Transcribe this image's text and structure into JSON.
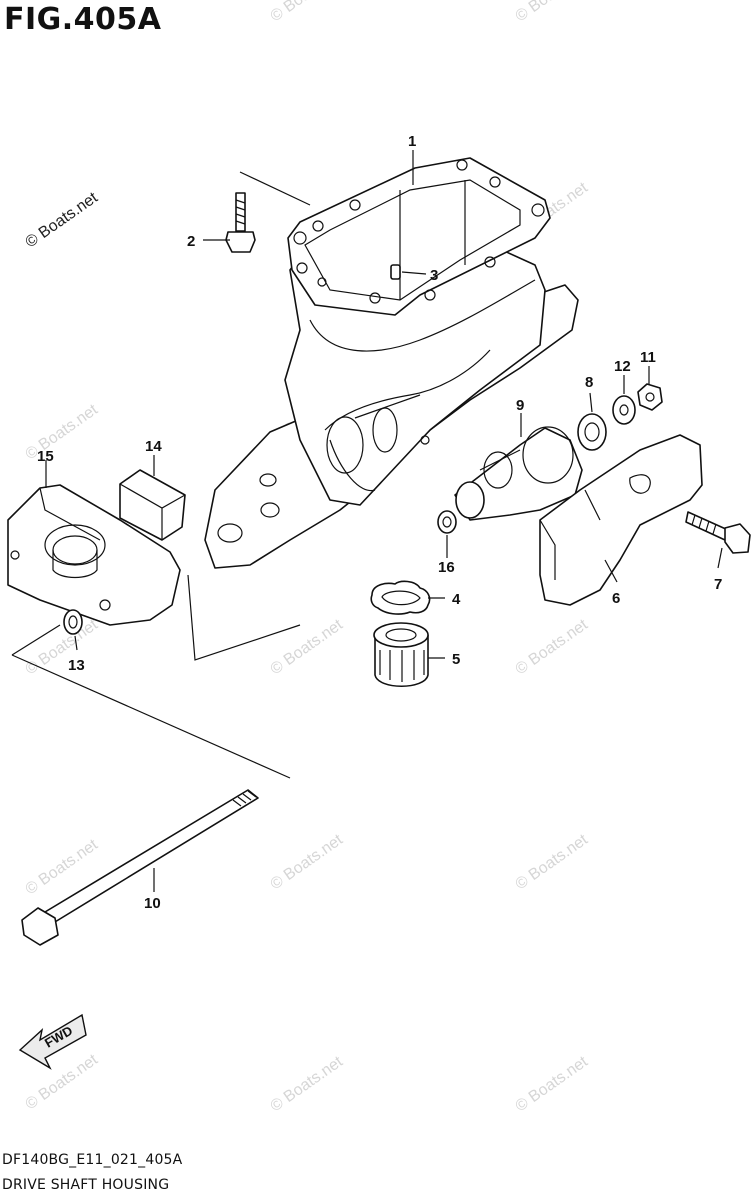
{
  "figure": {
    "title": "FIG.405A",
    "code": "DF140BG_E11_021_405A",
    "name": "DRIVE SHAFT HOUSING"
  },
  "watermark": "© Boats.net",
  "callouts": [
    "1",
    "2",
    "3",
    "4",
    "5",
    "6",
    "7",
    "8",
    "9",
    "10",
    "11",
    "12",
    "13",
    "14",
    "15",
    "16"
  ],
  "direction_label": "FWD",
  "colors": {
    "line": "#111111",
    "watermark": "#d6d6d6",
    "background": "#ffffff"
  }
}
